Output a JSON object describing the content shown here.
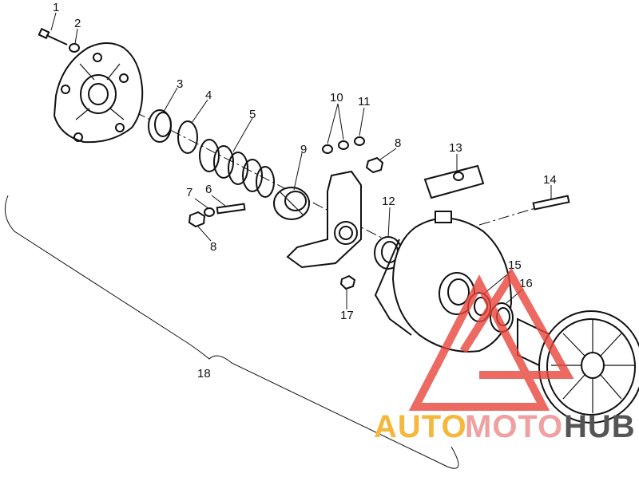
{
  "callouts": {
    "n1": "1",
    "n2": "2",
    "n3": "3",
    "n4": "4",
    "n5": "5",
    "n6": "6",
    "n7": "7",
    "n8a": "8",
    "n8b": "8",
    "n9": "9",
    "n10": "10",
    "n11": "11",
    "n12": "12",
    "n13": "13",
    "n14": "14",
    "n15": "15",
    "n16": "16",
    "n17": "17",
    "n18": "18"
  },
  "watermark": {
    "part1": "AUTO",
    "part2": "MOTO",
    "part3": "HUB",
    "color_auto": "#f5b83d",
    "color_moto": "#f0a0a0",
    "color_hub": "#555555",
    "logo_color": "#e8453c"
  }
}
